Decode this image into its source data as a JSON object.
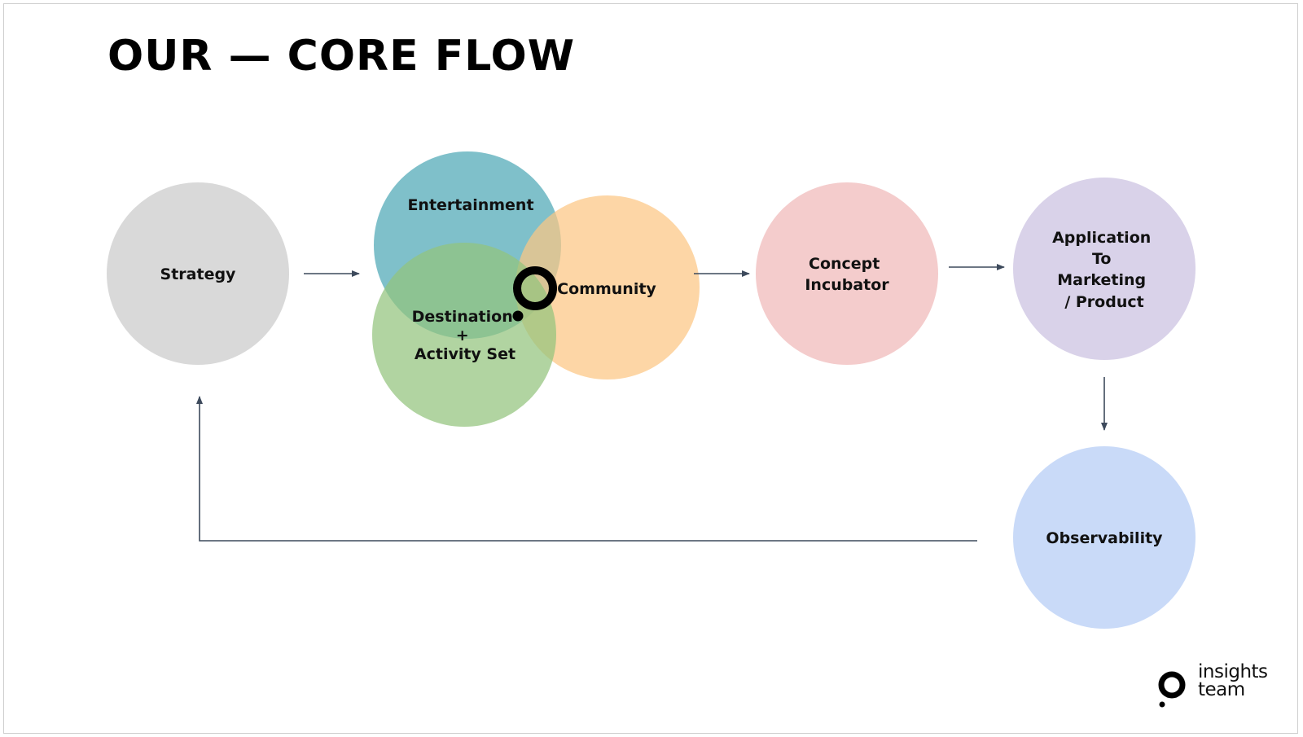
{
  "title": "OUR — CORE FLOW",
  "nodes": {
    "strategy": {
      "label": "Strategy",
      "color": "#d9d9d9"
    },
    "entertainment": {
      "label": "Entertainment",
      "color": "#4ea8b6"
    },
    "community": {
      "label": "Community",
      "color": "#fcc683"
    },
    "destination": {
      "lines": [
        "Destination",
        "+",
        "Activity Set"
      ],
      "color": "#93c47d"
    },
    "concept_incubator": {
      "lines": [
        "Concept",
        "Incubator"
      ],
      "color": "#f4cccc"
    },
    "application": {
      "lines": [
        "Application",
        "To",
        "Marketing",
        "/ Product"
      ],
      "color": "#d9d2e9"
    },
    "observability": {
      "label": "Observability",
      "color": "#c9daf8"
    }
  },
  "arrow_color": "#3d4a5c",
  "brand": {
    "line1": "insights",
    "line2": "team"
  }
}
